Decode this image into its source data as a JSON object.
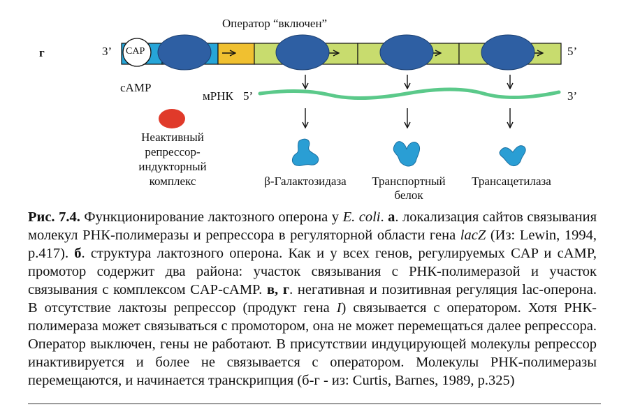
{
  "figure": {
    "panel_letter": "г",
    "operator_label": "Оператор “включен”",
    "dna_3prime": "3’",
    "dna_5prime": "5’",
    "cap_label": "CAP",
    "camp_label": "cAMP",
    "mrna_label": "мРНК",
    "mrna_5prime": "5’",
    "mrna_3prime": "3’",
    "inactive_repressor_lines": [
      "Неактивный",
      "репрессор-",
      "индукторный",
      "комплекс"
    ],
    "proteins": [
      {
        "lines": [
          "β-Галактозидаза"
        ]
      },
      {
        "lines": [
          "Транспортный",
          "белок"
        ]
      },
      {
        "lines": [
          "Трансацетилаза"
        ]
      }
    ],
    "colors": {
      "dna_blue": "#26a5d8",
      "operator_yellow": "#f0c030",
      "gene_green": "#c8dc6e",
      "polymerase_navy": "#2e5fa3",
      "mrna_green": "#5bc98a",
      "repressor_red": "#e03a2a",
      "protein_blue": "#2a9ed4"
    },
    "icons": [
      "arrow-right-icon",
      "arrow-down-icon",
      "protein-blob-icon"
    ]
  },
  "caption": {
    "fig_label": "Рис. 7.4.",
    "t1": " Функционирование лактозного оперона у ",
    "ecoli": "E. coli",
    "t2": ". ",
    "a_label": "а",
    "t3": ". локализация сайтов связывания молекул РНК-полимеразы и репрессора в регуляторной области гена ",
    "lacz": "lacZ",
    "t4": " (Из: Lewin, 1994, p.417). ",
    "b_label": "б",
    "t5": ". структура лактозного оперона. Как и у всех генов, регулируемых CAP и cAMP, промотор содержит два района: участок связывания с РНК-полимеразой и участок связывания с комплексом CAP-cAMP. ",
    "vg_label": "в, г",
    "t6": ". негативная и позитивная регуляция lac-оперона. В отсутствие лактозы репрессор (продукт гена ",
    "gene_i": "I",
    "t7": ") связывается с оператором. Хотя РНК-полимераза может связываться с промотором, она не может перемещаться далее репрессора. Оператор выключен, гены не работают. В присутствии индуцирующей молекулы репрессор инактивируется и более не связывается с оператором. Молекулы РНК-полимеразы перемещаются, и начинается транскрипция (б-г - из: Curtis, Barnes, 1989, p.325)"
  }
}
